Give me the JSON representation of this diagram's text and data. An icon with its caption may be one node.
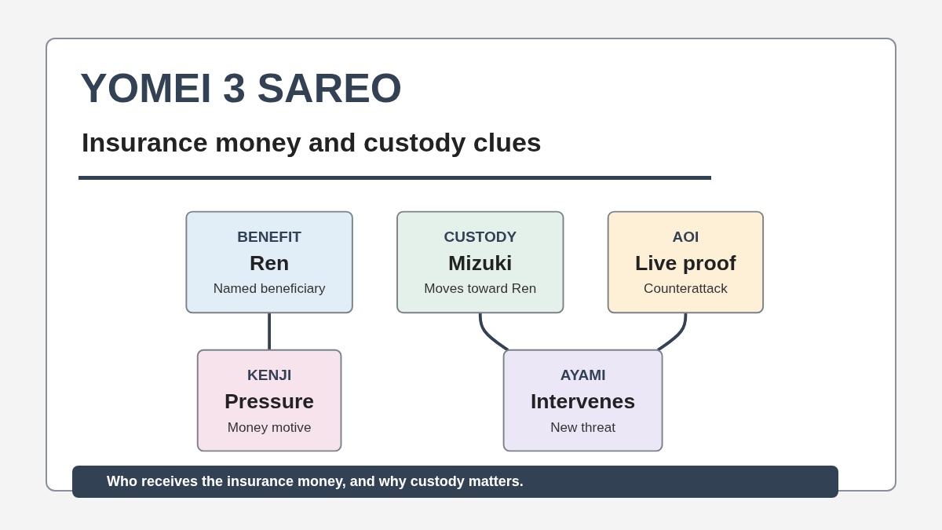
{
  "diagram": {
    "title": "YOMEI 3 SAREO",
    "caption": "Who receives the insurance money, and why custody matters.",
    "nodes": [
      {
        "text": [
          "BENEFIT",
          "Ren",
          "Named beneficiary"
        ]
      },
      {
        "text": [
          "CUSTODY",
          "Mizuki",
          "Moves toward Ren"
        ]
      },
      {
        "text": [
          "AOI",
          "Live proof",
          "Counterattack"
        ]
      },
      {
        "text": [
          "KENJI",
          "Pressure",
          "Money motive"
        ]
      },
      {
        "text": [
          "AYAMI",
          "Intervenes",
          "New threat"
        ]
      }
    ],
    "edges": [
      {
        "from": 0,
        "to": 3,
        "arrow": "none"
      },
      {
        "from": 1,
        "to": 4,
        "arrow": "none"
      },
      {
        "from": 2,
        "to": 4,
        "arrow": "none"
      }
    ],
    "labels": [
      "Insurance money and custody clues"
    ]
  }
}
